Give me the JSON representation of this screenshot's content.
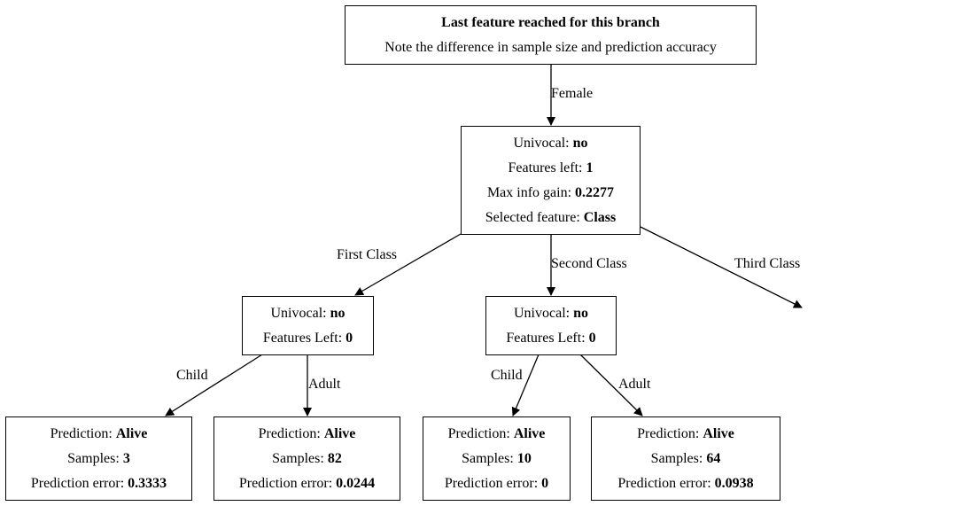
{
  "root": {
    "title": "Last feature reached for this branch",
    "note": "Note the difference in sample size and prediction accuracy"
  },
  "edges": {
    "female": "Female",
    "first_class": "First Class",
    "second_class": "Second Class",
    "third_class": "Third Class",
    "child_left": "Child",
    "adult_left": "Adult",
    "child_right": "Child",
    "adult_right": "Adult"
  },
  "class_node": {
    "univocal_label": "Univocal:",
    "univocal_value": "no",
    "features_label": "Features left:",
    "features_value": "1",
    "gain_label": "Max info gain:",
    "gain_value": "0.2277",
    "selected_label": "Selected feature:",
    "selected_value": "Class"
  },
  "first_class_node": {
    "univocal_label": "Univocal:",
    "univocal_value": "no",
    "features_label": "Features Left:",
    "features_value": "0"
  },
  "second_class_node": {
    "univocal_label": "Univocal:",
    "univocal_value": "no",
    "features_label": "Features Left:",
    "features_value": "0"
  },
  "leaves": [
    {
      "prediction_label": "Prediction:",
      "prediction": "Alive",
      "samples_label": "Samples:",
      "samples": "3",
      "error_label": "Prediction error:",
      "error": "0.3333"
    },
    {
      "prediction_label": "Prediction:",
      "prediction": "Alive",
      "samples_label": "Samples:",
      "samples": "82",
      "error_label": "Prediction error:",
      "error": "0.0244"
    },
    {
      "prediction_label": "Prediction:",
      "prediction": "Alive",
      "samples_label": "Samples:",
      "samples": "10",
      "error_label": "Prediction error:",
      "error": "0"
    },
    {
      "prediction_label": "Prediction:",
      "prediction": "Alive",
      "samples_label": "Samples:",
      "samples": "64",
      "error_label": "Prediction error:",
      "error": "0.0938"
    }
  ]
}
